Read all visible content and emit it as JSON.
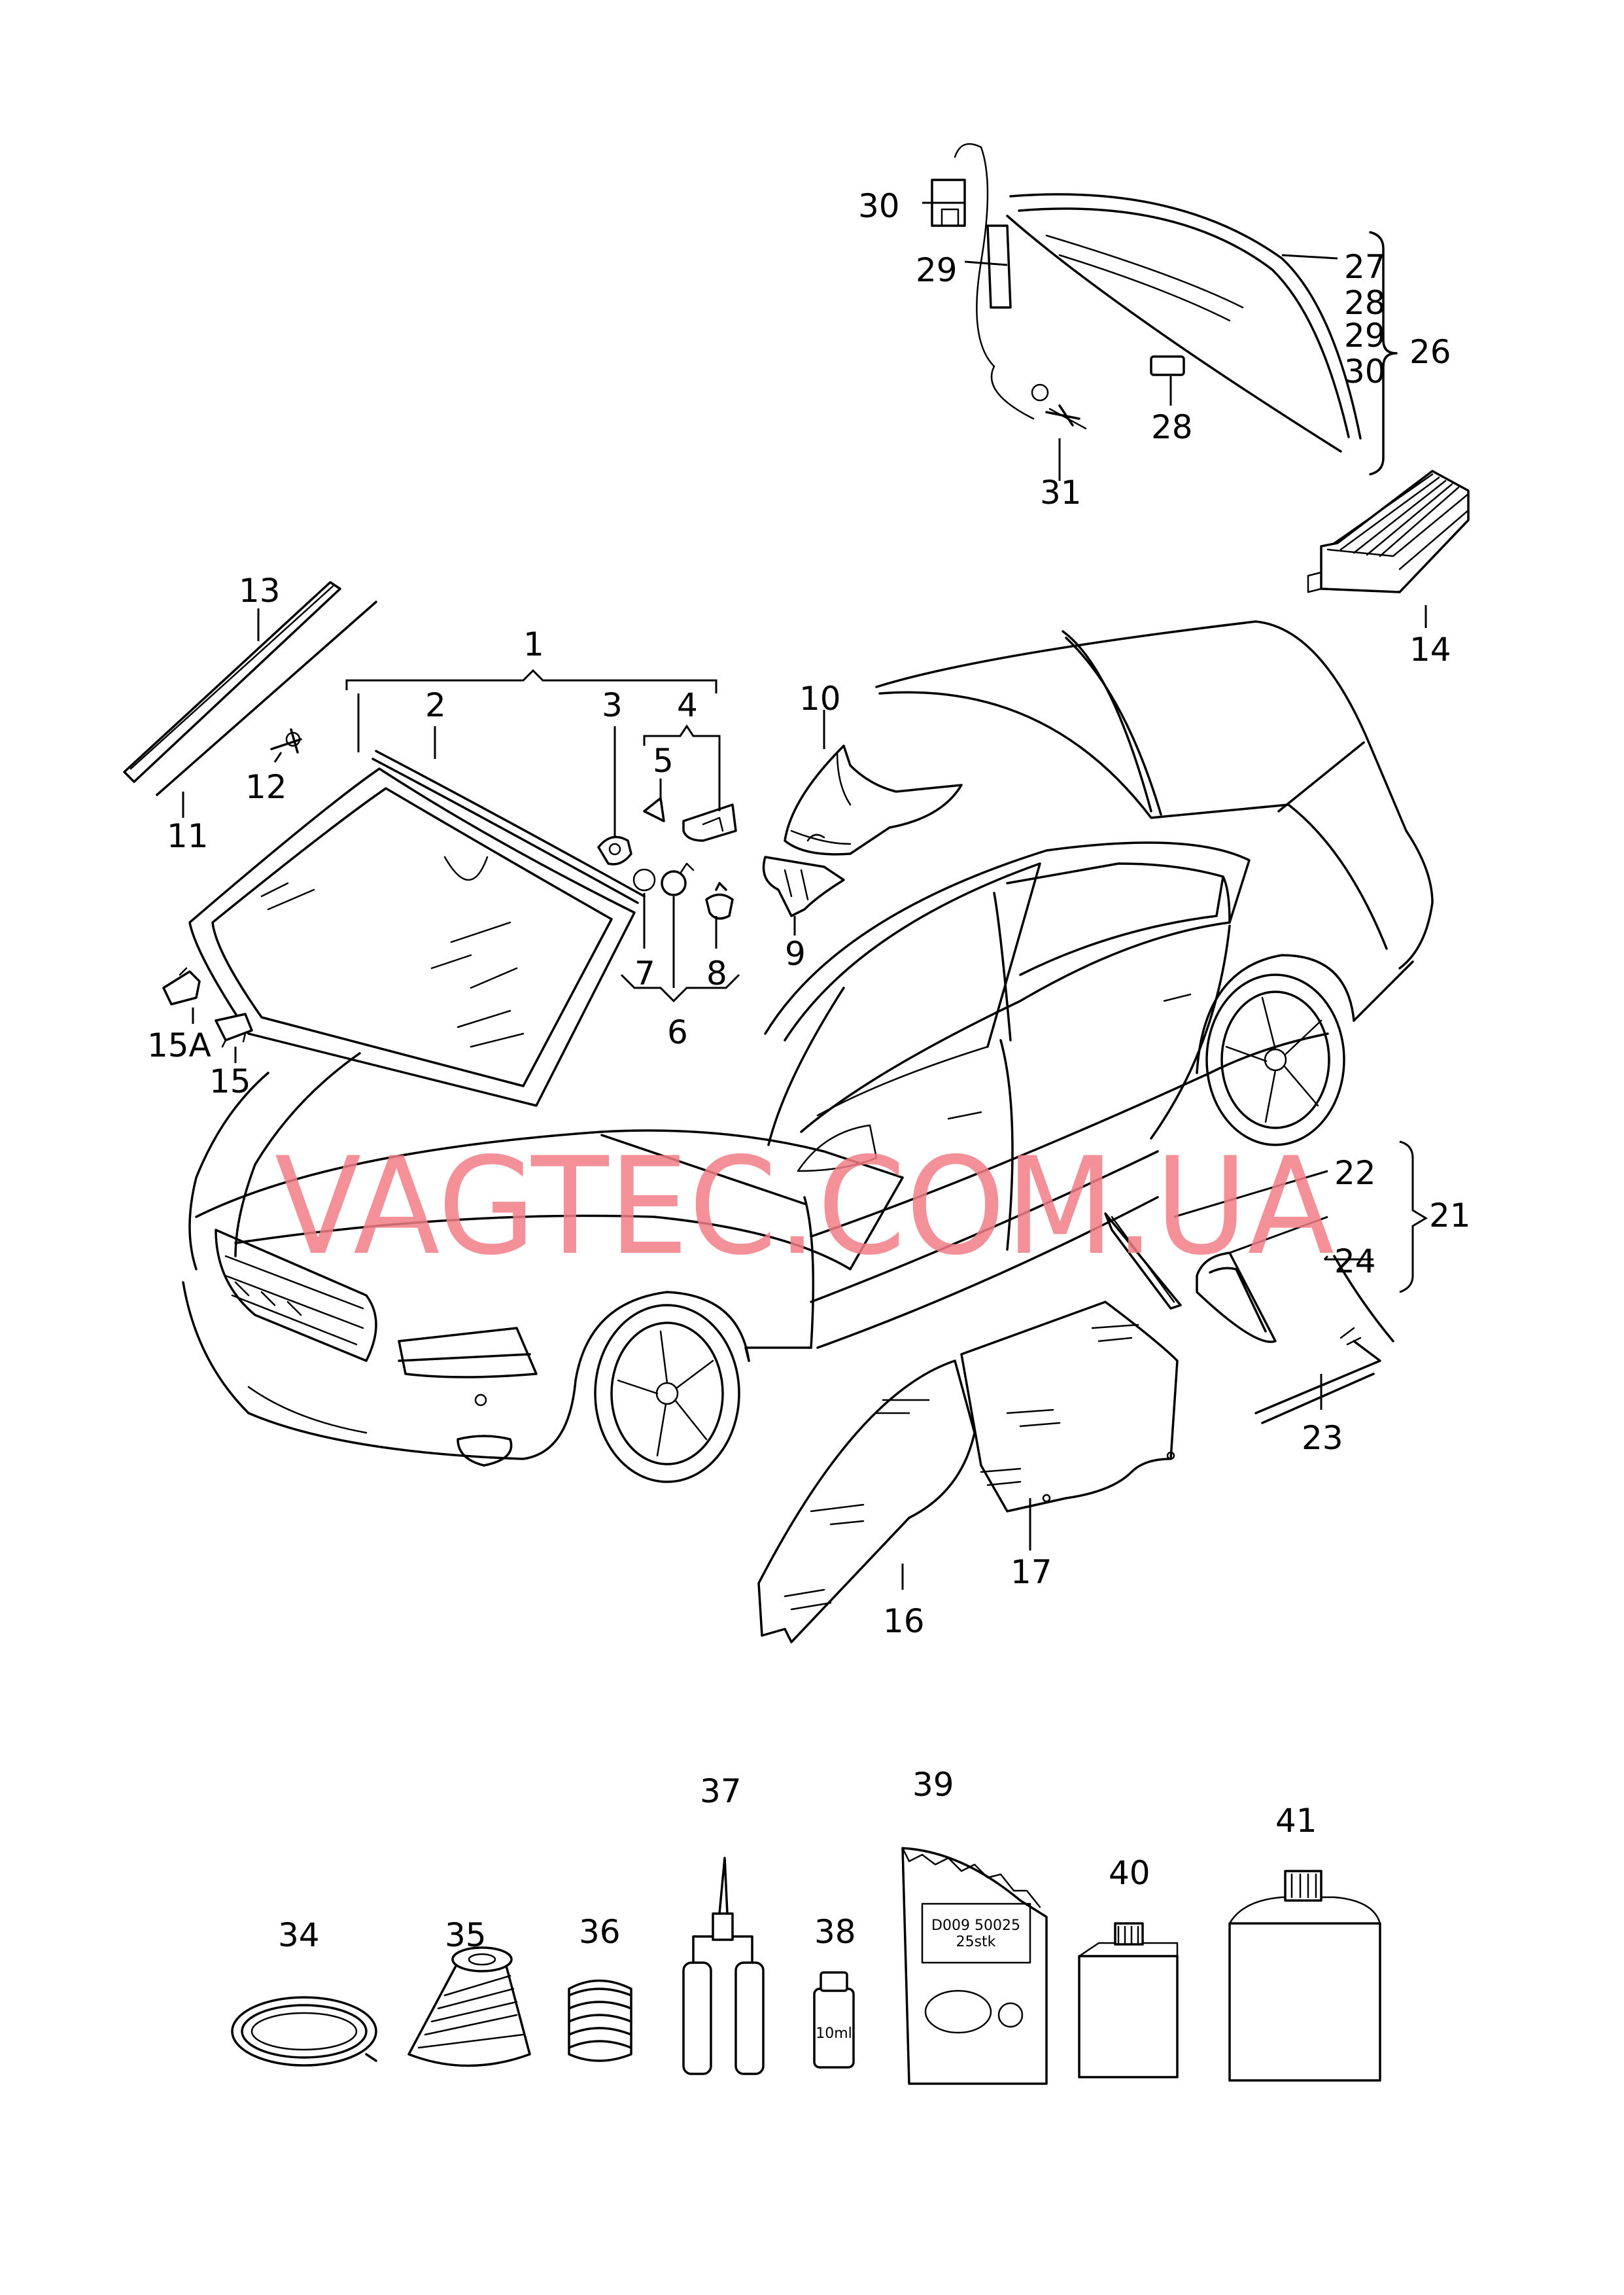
{
  "watermark": "VAGTEC.COM.UA",
  "callouts": {
    "c1": "1",
    "c2": "2",
    "c3": "3",
    "c4": "4",
    "c5": "5",
    "c6": "6",
    "c7": "7",
    "c8": "8",
    "c9": "9",
    "c10": "10",
    "c11": "11",
    "c12": "12",
    "c13": "13",
    "c14": "14",
    "c15": "15",
    "c15a": "15A",
    "c16": "16",
    "c17": "17",
    "c21": "21",
    "c22": "22",
    "c23": "23",
    "c24": "24",
    "c26": "26",
    "c27": "27",
    "c28a": "28",
    "c29a": "29",
    "c30a": "30",
    "c28b": "28",
    "c29b": "29",
    "c30b": "30",
    "c31": "31",
    "c34": "34",
    "c35": "35",
    "c36": "36",
    "c37": "37",
    "c38": "38",
    "c39": "39",
    "c40": "40",
    "c41": "41"
  },
  "labels": {
    "bag_line1": "D009 50025",
    "bag_line2": "25stk",
    "bottle_volume": "10ml"
  }
}
